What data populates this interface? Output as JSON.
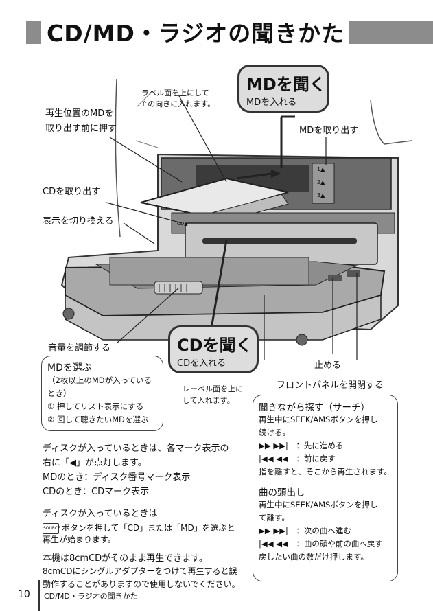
{
  "header": {
    "title": "CD/MD・ラジオの聞きかた"
  },
  "illustration": {
    "md_callout": {
      "title": "MDを聞く",
      "subtitle": "MDを入れる"
    },
    "cd_callout": {
      "title": "CDを聞く",
      "subtitle": "CDを入れる"
    },
    "labels": {
      "label_side_up_1": "ラベル面を上にして",
      "label_side_up_2": "⇧の向きに入れます。",
      "eject_before_1": "再生位置のMDを",
      "eject_before_2": "取り出す前に押す",
      "md_eject": "MDを取り出す",
      "cd_eject": "CDを取り出す",
      "toggle_display": "表示を切り換える",
      "volume": "音量を調節する",
      "stop": "止める",
      "front_panel": "フロントパネルを開閉する",
      "label_up_cd_1": "レーベル面を上に",
      "label_up_cd_2": "して入れます。"
    },
    "slot_buttons": [
      "1▲",
      "2▲",
      "3▲"
    ],
    "cd_eject_button": "CD▲"
  },
  "md_select_box": {
    "title": "MDを選ぶ",
    "lines": [
      "（2枚以上のMDが入っている",
      "とき）",
      "① 押してリスト表示にする",
      "② 回して聴きたいMDを選ぶ"
    ]
  },
  "search_box": {
    "title": "聞きながら探す（サーチ）",
    "lines": [
      "再生中にSEEK/AMSボタンを押し",
      "続ける。",
      "▶▶ ▶▶|　：先に進める",
      "|◀◀ ◀◀　：前に戻す",
      "指を離すと、そこから再生されます。"
    ],
    "section2_title": "曲の頭出し",
    "section2_lines": [
      "再生中にSEEK/AMSボタンを押し",
      "て離す。",
      "▶▶ ▶▶|　：次の曲へ進む",
      "|◀◀ ◀◀　：曲の頭や前の曲へ戻す",
      "戻したい曲の数だけ押します。"
    ]
  },
  "notes": {
    "disc_indicator_1": "ディスクが入っているときは、各マーク表示の",
    "disc_indicator_2": "右に「◀」が点灯します。",
    "md_mark": "MDのとき：ディスク番号マーク表示",
    "cd_mark": "CDのとき：CDマーク表示",
    "source_1": "ディスクが入っているときは",
    "source_button": "SOURCE",
    "source_2": "ボタンを押して「CD」または「MD」を選ぶと",
    "source_3": "再生が始まります。",
    "cd8_title": "本機は8cmCDがそのまま再生できます。",
    "cd8_1": "8cmCDにシングルアダプターをつけて再生すると誤",
    "cd8_2": "動作することがありますので使用しないでください。"
  },
  "footer": {
    "page_number": "10",
    "section": "CD/MD・ラジオの聞きかた"
  }
}
